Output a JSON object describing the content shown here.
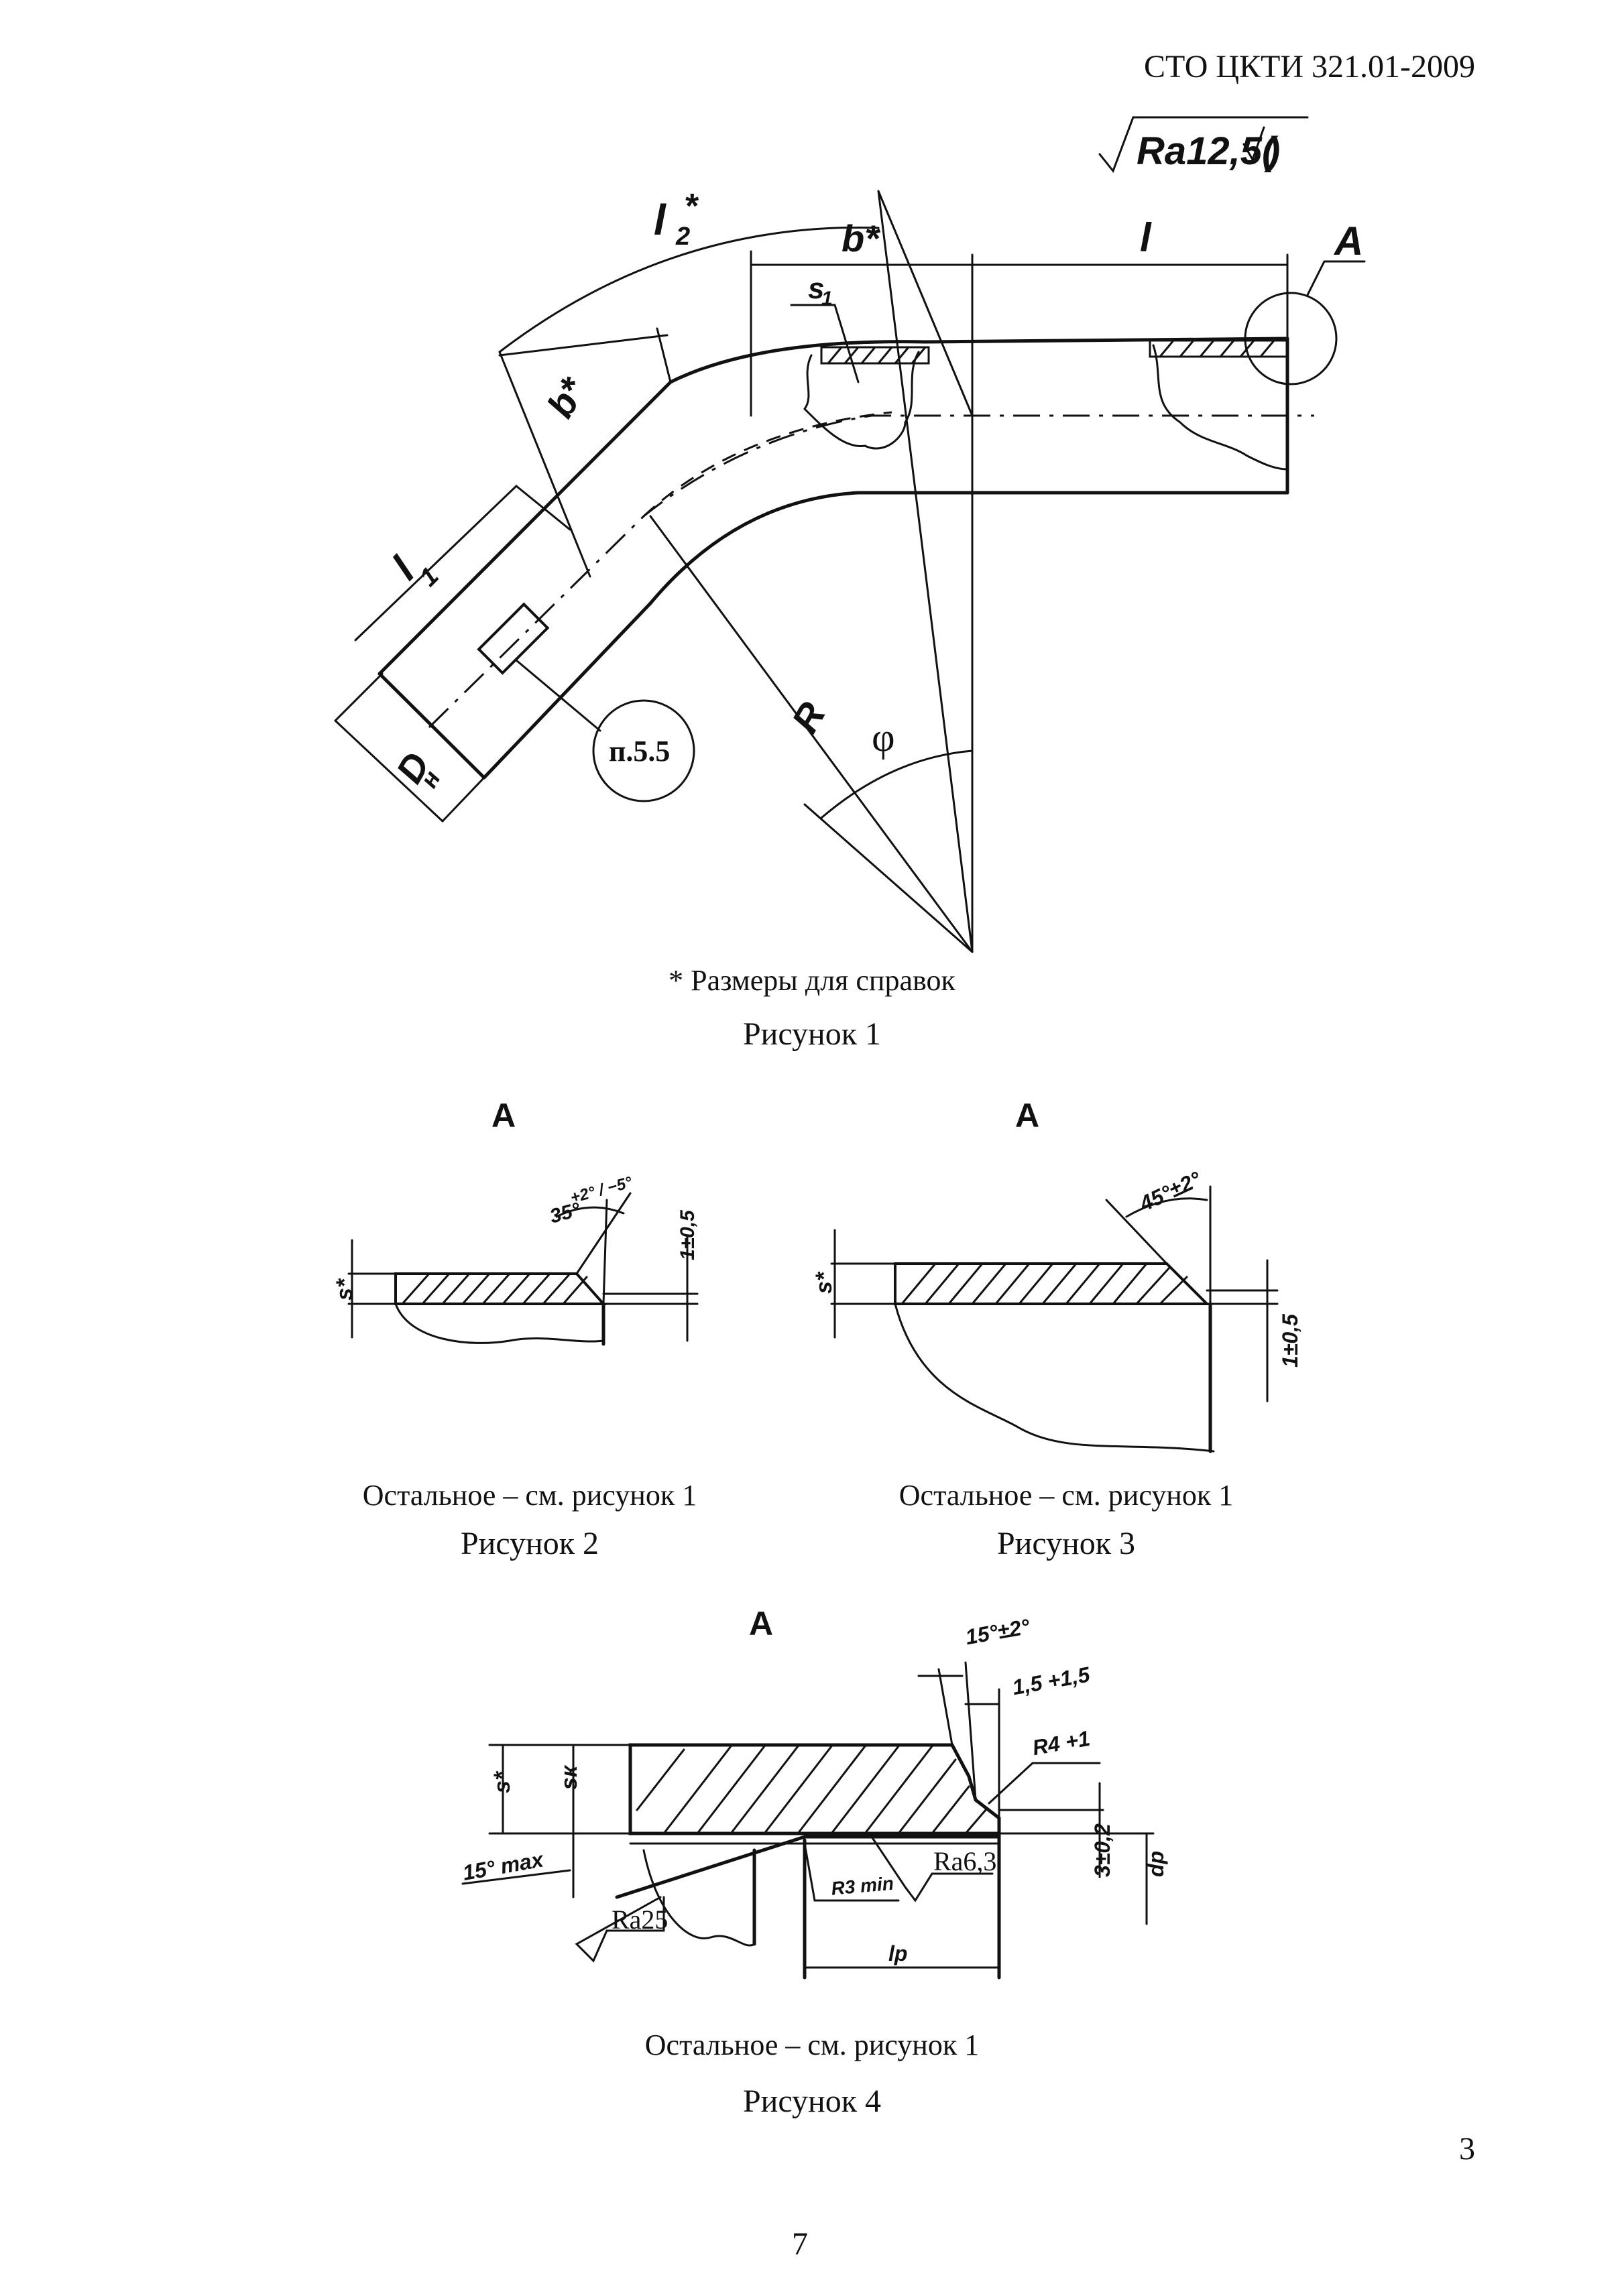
{
  "header": {
    "doc_code": "СТО ЦКТИ 321.01-2009"
  },
  "roughness": {
    "main": "Ra12,5(",
    "main_close": ")",
    "ra63": "Ra6,3",
    "ra25": "Ra25"
  },
  "figure1": {
    "labels": {
      "l2": "l",
      "l2_sub": "2",
      "star": "*",
      "b": "b*",
      "b_left": "b*",
      "s1": "s",
      "s1_sub": "1",
      "l": "l",
      "l1": "l",
      "l1_sub": "1",
      "dn": "D",
      "dn_sub": "н",
      "r": "R",
      "phi": "φ",
      "p55": "п.5.5",
      "view": "A"
    },
    "note": "* Размеры для справок",
    "caption": "Рисунок 1"
  },
  "figure2": {
    "view": "A",
    "angle": "35°",
    "angle_tol": "+2° / −5°",
    "s": "s*",
    "tol": "1±0,5",
    "rest": "Остальное – см. рисунок 1",
    "caption": "Рисунок 2"
  },
  "figure3": {
    "view": "A",
    "angle": "45°±2°",
    "s": "s*",
    "tol": "1±0,5",
    "rest": "Остальное – см. рисунок 1",
    "caption": "Рисунок 3"
  },
  "figure4": {
    "view": "A",
    "angle": "15°±2°",
    "gap": "1,5 +1,5",
    "radius": "R4 +1",
    "s": "s*",
    "sk": "sк",
    "angle_max": "15° max",
    "r3": "R3 min",
    "lp": "lр",
    "tol": "3±0,2",
    "dp": "dр",
    "rest": "Остальное – см. рисунок 1",
    "caption": "Рисунок 4"
  },
  "footer": {
    "page_number": "3",
    "sheet_number": "7"
  }
}
